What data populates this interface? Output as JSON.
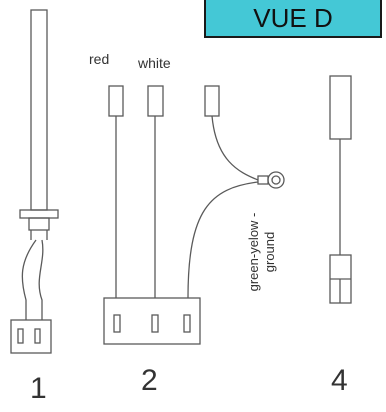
{
  "badge": {
    "text": "VUE D",
    "bg_color": "#44c8d6"
  },
  "labels": {
    "red": "red",
    "white": "white",
    "ground": "green-yelow -\nground"
  },
  "part_numbers": [
    "1",
    "2",
    "4"
  ],
  "colors": {
    "line": "#5a5a5a",
    "text": "#333333"
  }
}
